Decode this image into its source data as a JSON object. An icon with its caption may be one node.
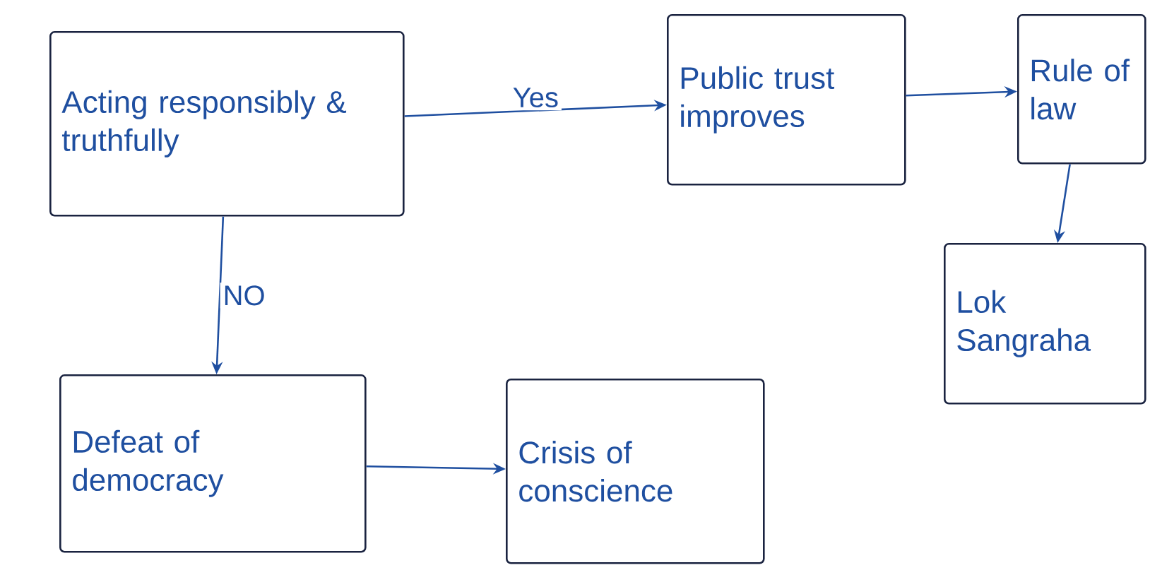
{
  "diagram": {
    "nodes": [
      {
        "text": [
          "Acting responsibly & truthfully"
        ]
      },
      {
        "text": [
          "Public trust improves"
        ]
      },
      {
        "text": [
          "Rule of law"
        ]
      },
      {
        "text": [
          "Lok Sangraha"
        ]
      },
      {
        "text": [
          "Defeat of democracy"
        ]
      },
      {
        "text": [
          "Crisis of conscience"
        ]
      }
    ],
    "edges": [
      {
        "from": 0,
        "to": 1,
        "arrow": "to",
        "label": "Yes"
      },
      {
        "from": 1,
        "to": 2,
        "arrow": "to"
      },
      {
        "from": 2,
        "to": 3,
        "arrow": "to"
      },
      {
        "from": 0,
        "to": 4,
        "arrow": "to",
        "label": "NO"
      },
      {
        "from": 4,
        "to": 5,
        "arrow": "to"
      }
    ]
  }
}
